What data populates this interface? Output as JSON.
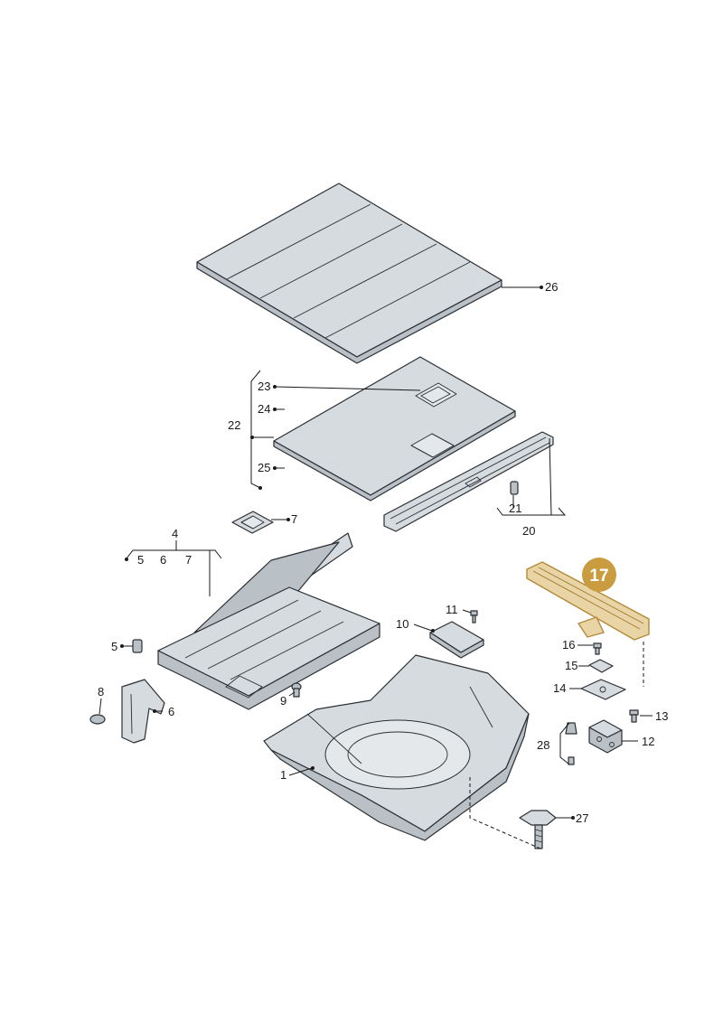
{
  "highlight": {
    "number": "17",
    "badge_color": "#c99d3f",
    "part_color": "#e9d4a6"
  },
  "callouts": {
    "c1": "1",
    "c4": "4",
    "c5a": "5",
    "c6a": "6",
    "c7a": "7",
    "c5b": "5",
    "c6b": "6",
    "c7b": "7",
    "c8": "8",
    "c9": "9",
    "c10": "10",
    "c11": "11",
    "c12": "12",
    "c13": "13",
    "c14": "14",
    "c15": "15",
    "c16": "16",
    "c20": "20",
    "c21": "21",
    "c22": "22",
    "c23": "23",
    "c24": "24",
    "c25": "25",
    "c26": "26",
    "c27": "27",
    "c28": "28"
  },
  "colors": {
    "part_fill": "#d6dbdf",
    "outline": "#2b2f33"
  }
}
